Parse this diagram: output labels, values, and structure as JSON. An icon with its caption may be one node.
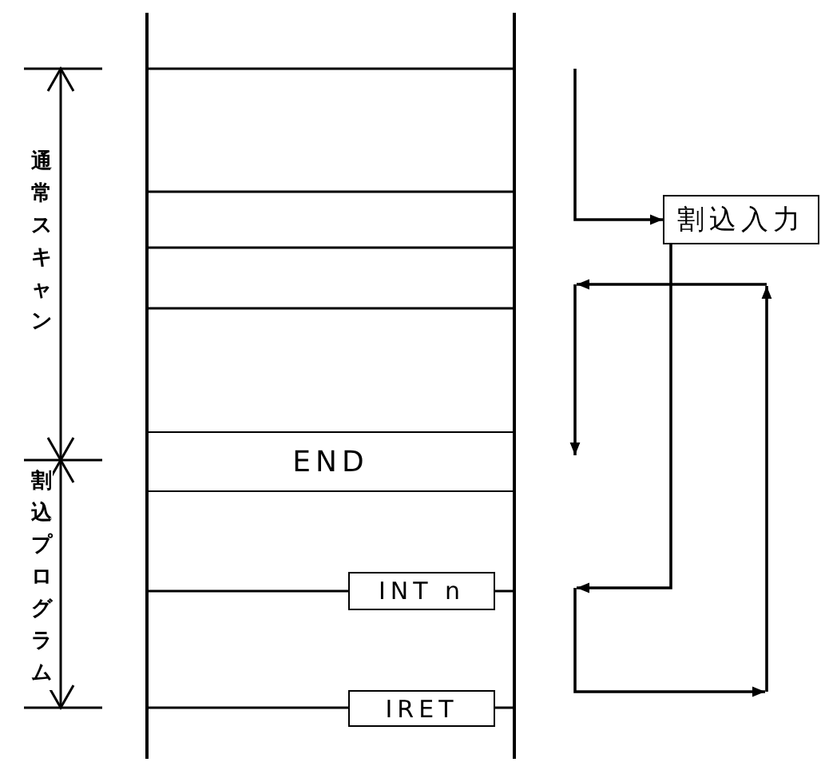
{
  "diagram": {
    "nodes": [
      {
        "text": [],
        "shape": "bar"
      },
      {
        "text": [],
        "shape": "bar"
      },
      {
        "text": [
          "割込入力"
        ]
      },
      {
        "text": [
          "END"
        ]
      },
      {
        "text": [
          "INT n"
        ]
      },
      {
        "text": [
          "IRET"
        ]
      }
    ],
    "edges": [
      {
        "from": null,
        "to": 2,
        "arrow": "to"
      },
      {
        "from": 2,
        "to": null,
        "arrow": "to"
      },
      {
        "from": 0,
        "to": 1,
        "arrow": "none"
      },
      {
        "from": 0,
        "to": 1,
        "arrow": "none"
      },
      {
        "from": 0,
        "to": 1,
        "arrow": "none"
      },
      {
        "from": 0,
        "to": 1,
        "arrow": "none"
      },
      {
        "from": 0,
        "to": 4,
        "arrow": "none"
      },
      {
        "from": 4,
        "to": 1,
        "arrow": "none"
      },
      {
        "from": 0,
        "to": 5,
        "arrow": "none"
      },
      {
        "from": 5,
        "to": 1,
        "arrow": "none"
      }
    ],
    "labels": [
      "通常スキャン",
      "割込プログラム"
    ]
  }
}
